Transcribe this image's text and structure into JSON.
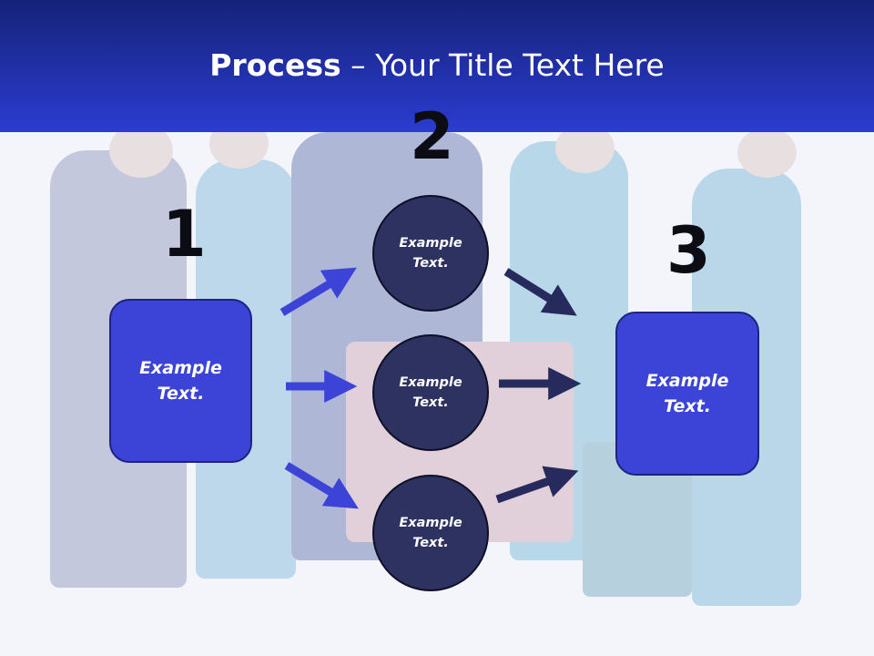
{
  "header": {
    "title_bold": "Process",
    "title_rest": " – Your Title Text Here"
  },
  "steps": {
    "one": "1",
    "two": "2",
    "three": "3"
  },
  "left_box": {
    "line1": "Example",
    "line2": "Text."
  },
  "right_box": {
    "line1": "Example",
    "line2": "Text."
  },
  "circles": [
    {
      "line1": "Example",
      "line2": "Text."
    },
    {
      "line1": "Example",
      "line2": "Text."
    },
    {
      "line1": "Example",
      "line2": "Text."
    }
  ],
  "colors": {
    "header_top": "#15227a",
    "header_bottom": "#2b3cd0",
    "box_fill": "#3b44d6",
    "circle_fill": "#2e3260",
    "arrow_left": "#3b44d6",
    "arrow_right": "#262a5c"
  }
}
